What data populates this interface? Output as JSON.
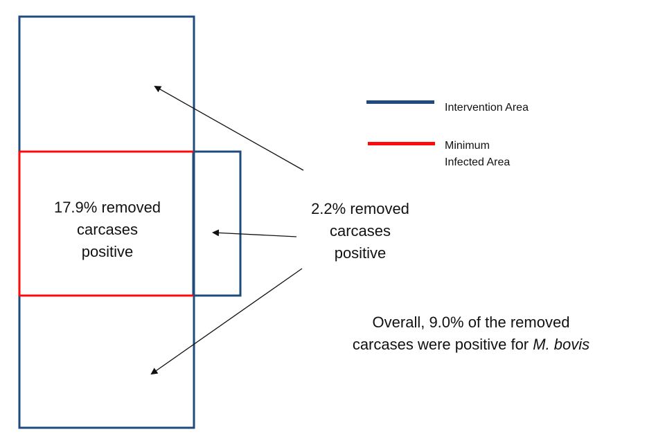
{
  "colors": {
    "intervention_area": "#1f4a7c",
    "minimum_infected_area": "#ff0a0a",
    "arrow": "#111111"
  },
  "legend": {
    "items": [
      {
        "label_lines": [
          "Intervention Area"
        ],
        "color_key": "intervention_area"
      },
      {
        "label_lines": [
          "Minimum",
          "Infected Area"
        ],
        "color_key": "minimum_infected_area"
      }
    ]
  },
  "regions": {
    "inner": {
      "lines": [
        "17.9% removed",
        "carcases",
        "positive"
      ]
    },
    "outer": {
      "lines": [
        "2.2% removed",
        "carcases",
        "positive"
      ]
    }
  },
  "summary": {
    "line1": "Overall, 9.0% of the removed",
    "line2_prefix": "carcases were positive for ",
    "line2_italic": "M. bovis"
  }
}
